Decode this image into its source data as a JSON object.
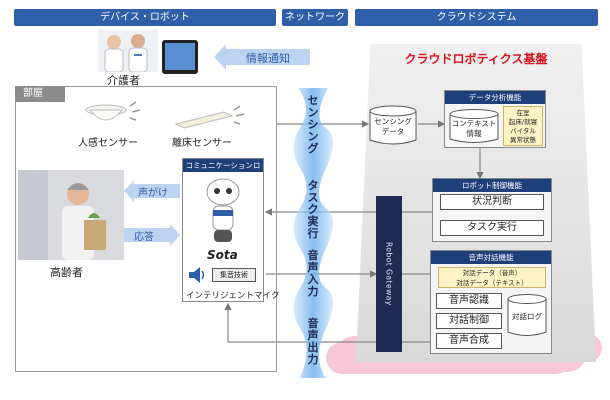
{
  "header": {
    "device_robot": "デバイス・ロボット",
    "network": "ネットワーク",
    "cloud_system": "クラウドシステム"
  },
  "caregiver": {
    "label": "介護者"
  },
  "notify": {
    "label": "情報通知"
  },
  "room": {
    "tag": "部屋",
    "human_sensor": "人感センサー",
    "bed_sensor": "離床センサー",
    "elderly": "高齢者",
    "speak": "声がけ",
    "respond": "応答"
  },
  "robot": {
    "panel_title": "コミュニケーションロボット",
    "name": "Sota",
    "sound_tech": "集音技術",
    "mic": "インテリジェントマイク"
  },
  "network_labels": {
    "sensing": "センシング",
    "task": "タスク実行",
    "voice_in": "音声入力",
    "voice_out": "音声出力"
  },
  "cloud": {
    "title": "クラウドロボティクス基盤",
    "sensing_data": "センシング\nデータ",
    "gateway": "Robot Gateway",
    "data_panel": {
      "title": "データ分析機能",
      "context": "コンテキスト\n情報",
      "states": "在室\n起床/就寝\nバイタル\n異常状態"
    },
    "control_panel": {
      "title": "ロボット制御機能",
      "judge": "状況判断",
      "task": "タスク実行"
    },
    "voice_panel": {
      "title": "音声対話機能",
      "dialog_data": "対話データ（音声）\n対話データ（テキスト）",
      "recognition": "音声認識",
      "dialog_ctrl": "対話制御",
      "synthesis": "音声合成",
      "dialog_log": "対話ログ"
    }
  },
  "colors": {
    "header_blue": "#2e5fa8",
    "navy": "#1f3f7a",
    "title_red": "#d9121e",
    "note_yellow": "#fdf3c4",
    "cloud_pink": "#f7c8d7"
  }
}
